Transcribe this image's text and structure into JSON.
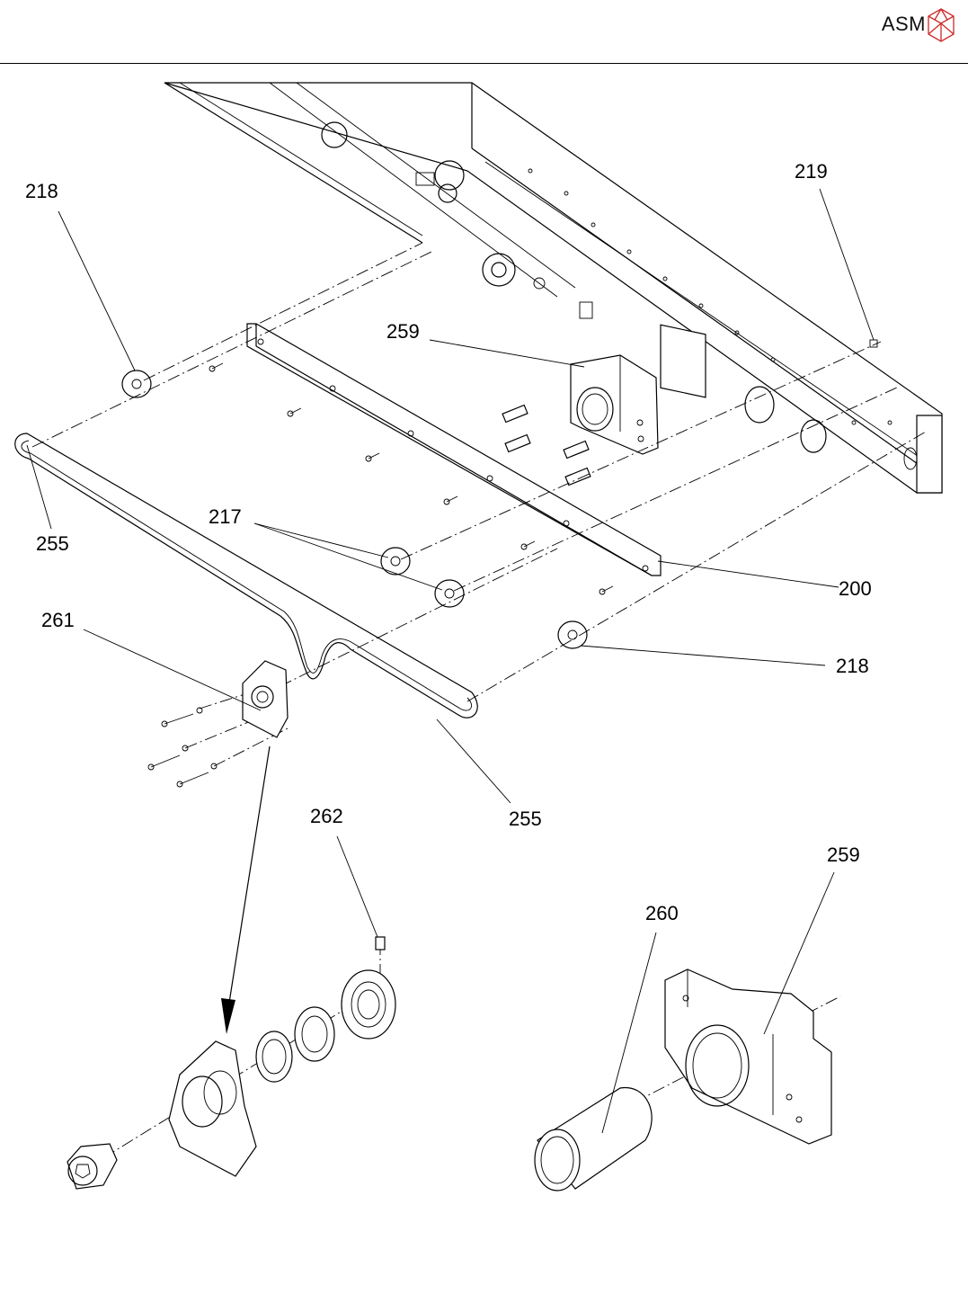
{
  "header": {
    "brand": "ASM",
    "logo_color": "#cc2a2a",
    "rule_color": "#000000"
  },
  "callouts": [
    {
      "id": "c-218-a",
      "text": "218"
    },
    {
      "id": "c-219",
      "text": "219"
    },
    {
      "id": "c-259-a",
      "text": "259"
    },
    {
      "id": "c-255-a",
      "text": "255"
    },
    {
      "id": "c-217",
      "text": "217"
    },
    {
      "id": "c-200",
      "text": "200"
    },
    {
      "id": "c-261",
      "text": "261"
    },
    {
      "id": "c-218-b",
      "text": "218"
    },
    {
      "id": "c-255-b",
      "text": "255"
    },
    {
      "id": "c-262",
      "text": "262"
    },
    {
      "id": "c-260",
      "text": "260"
    },
    {
      "id": "c-259-b",
      "text": "259"
    }
  ]
}
